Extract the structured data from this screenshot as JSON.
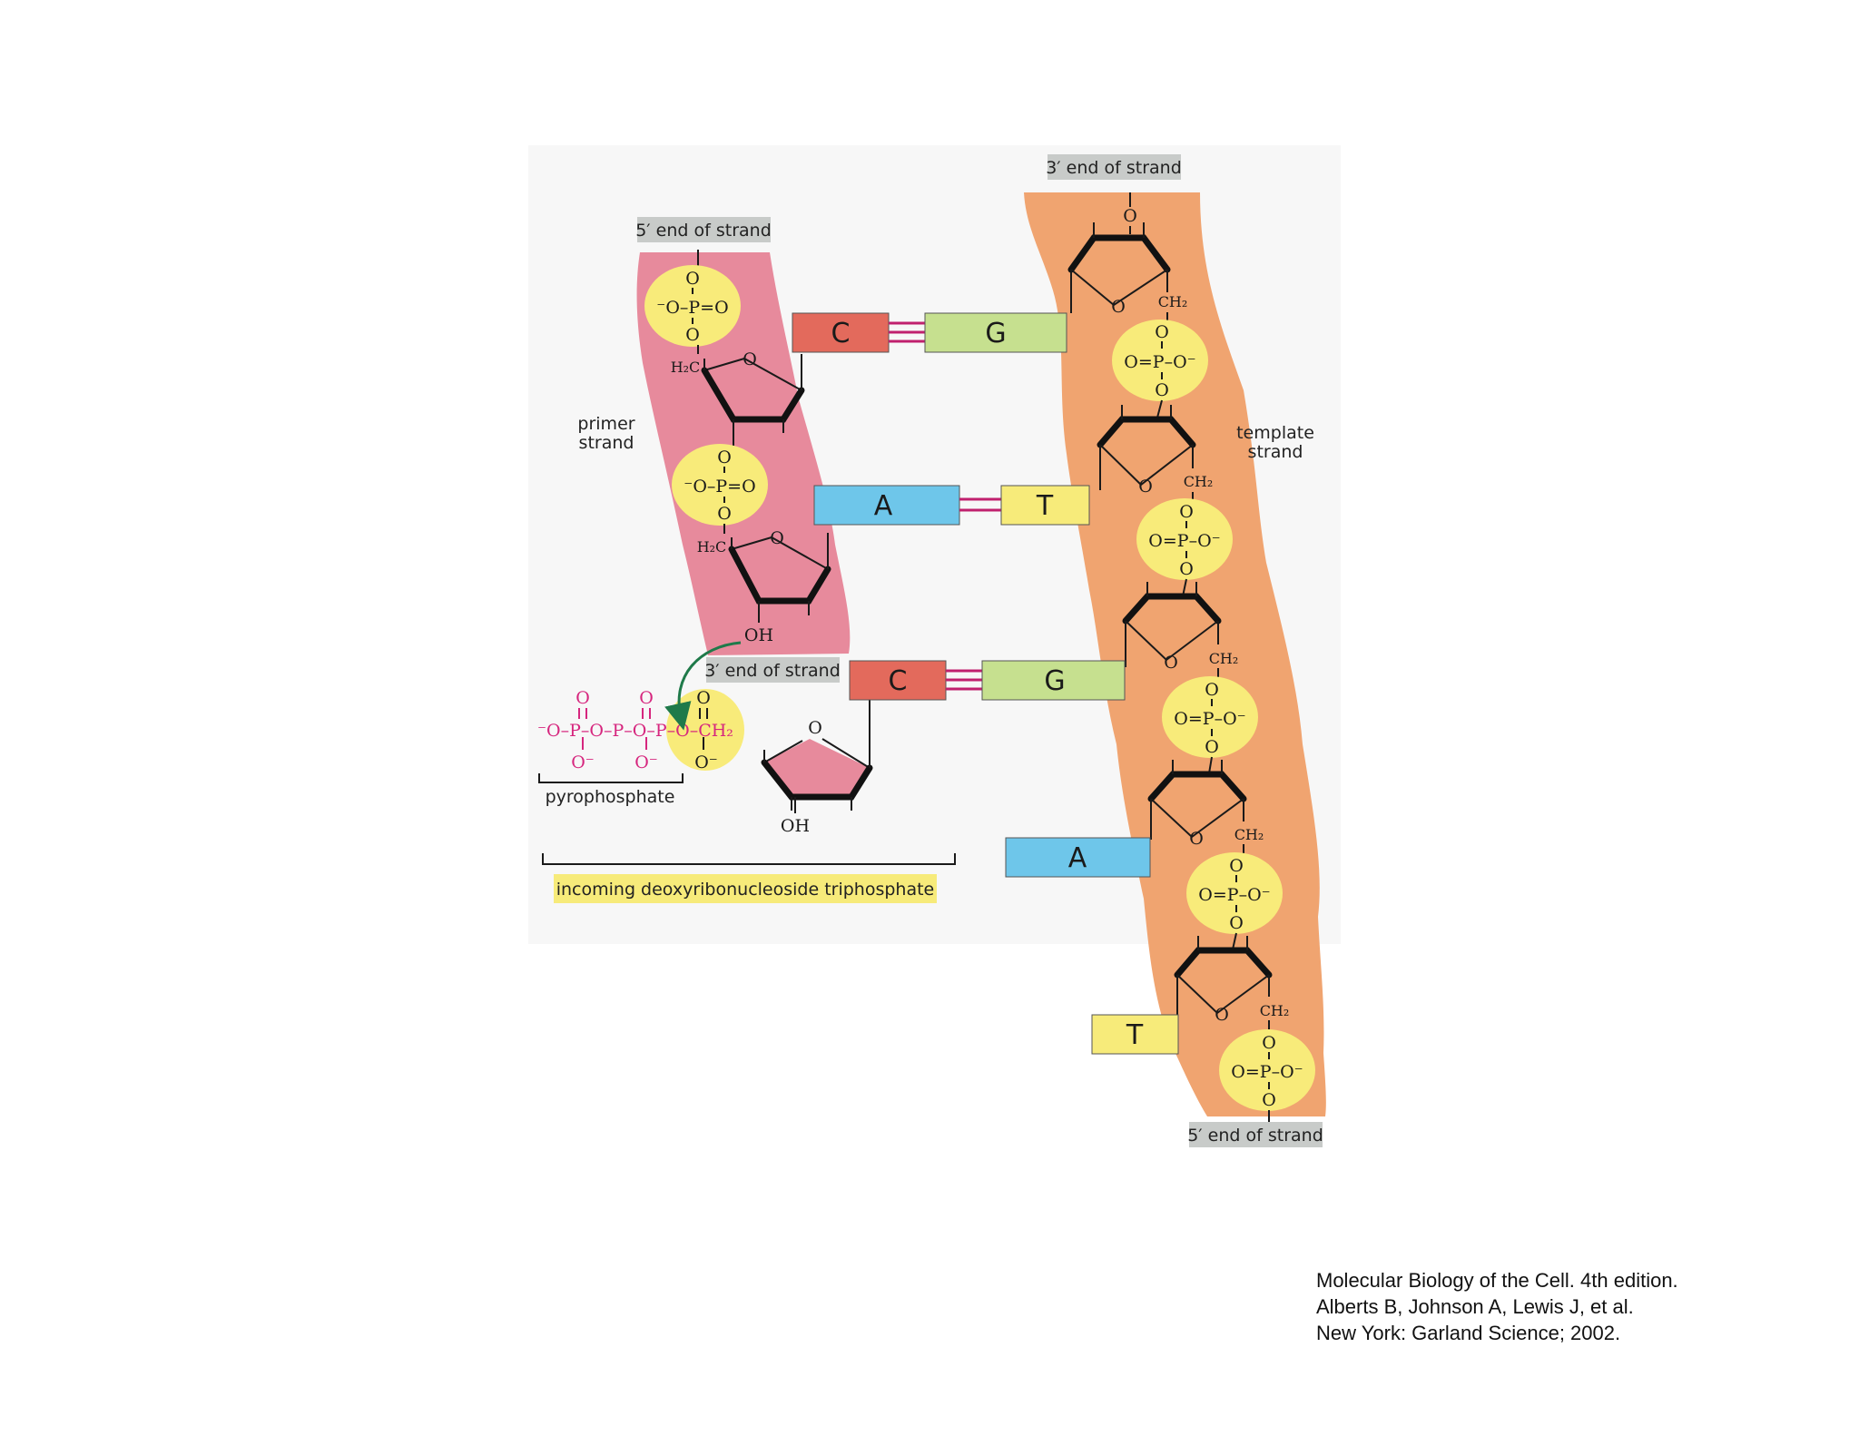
{
  "labels": {
    "primer_5_end": "5′ end of strand",
    "primer_3_end": "3′ end of strand",
    "template_3_end": "3′ end of strand",
    "template_5_end": "5′ end of strand",
    "primer_strand_line1": "primer",
    "primer_strand_line2": "strand",
    "template_strand_line1": "template",
    "template_strand_line2": "strand",
    "pyrophosphate": "pyrophosphate",
    "incoming": "incoming deoxyribonucleoside triphosphate"
  },
  "chem": {
    "o": "O",
    "oh": "OH",
    "h2c": "H₂C",
    "ch2": "CH₂",
    "primer_phosphate": "⁻O–P=O",
    "template_phosphate": "O=P–O⁻",
    "dntp_chain": "⁻O–P–O–P–O–P–O–CH₂",
    "o_minus": "O⁻"
  },
  "pairs": [
    {
      "primer_base": "C",
      "template_base": "G"
    },
    {
      "primer_base": "A",
      "template_base": "T"
    },
    {
      "primer_base": "C",
      "template_base": "G"
    },
    {
      "primer_base": "",
      "template_base": "A"
    },
    {
      "primer_base": "",
      "template_base": "T"
    }
  ],
  "colors": {
    "primer_strand": "#e78a9c",
    "template_strand": "#f0a470",
    "phosphate": "#f8eb7a",
    "base_C": "#e36a5c",
    "base_G": "#c6e08f",
    "base_A": "#6ec6ea",
    "base_T": "#f7eb7a",
    "hbond": "#c0206e",
    "pyrophosphate": "#d6267e",
    "label_box": "#c8cbc9"
  },
  "citation": [
    "Molecular Biology of the Cell. 4th edition.",
    "Alberts B, Johnson A, Lewis J, et al.",
    "New York: Garland Science; 2002."
  ]
}
